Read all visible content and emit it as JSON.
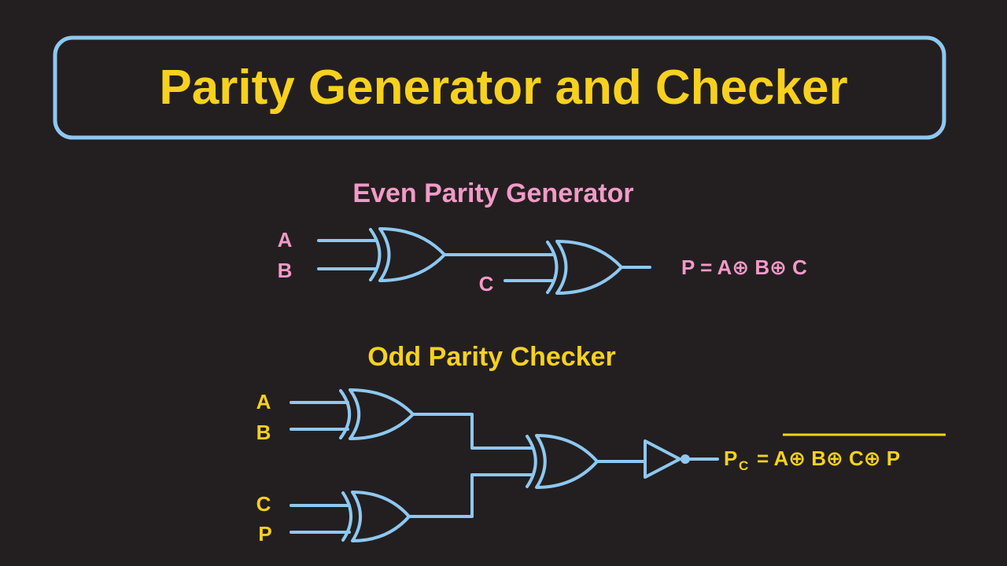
{
  "title": "Parity Generator and Checker",
  "colors": {
    "background": "#231f20",
    "wire": "#8ec8f0",
    "title": "#f7d11e",
    "generator": "#f29ac8",
    "checker": "#f7d11e"
  },
  "generator": {
    "heading": "Even Parity Generator",
    "inputs": [
      "A",
      "B",
      "C"
    ],
    "output": "P = A⊕ B⊕ C"
  },
  "checker": {
    "heading": "Odd Parity Checker",
    "inputs": [
      "A",
      "B",
      "C",
      "P"
    ],
    "output_label": "P",
    "output_sub": "C",
    "output_expr": "= A⊕ B⊕ C⊕ P"
  }
}
